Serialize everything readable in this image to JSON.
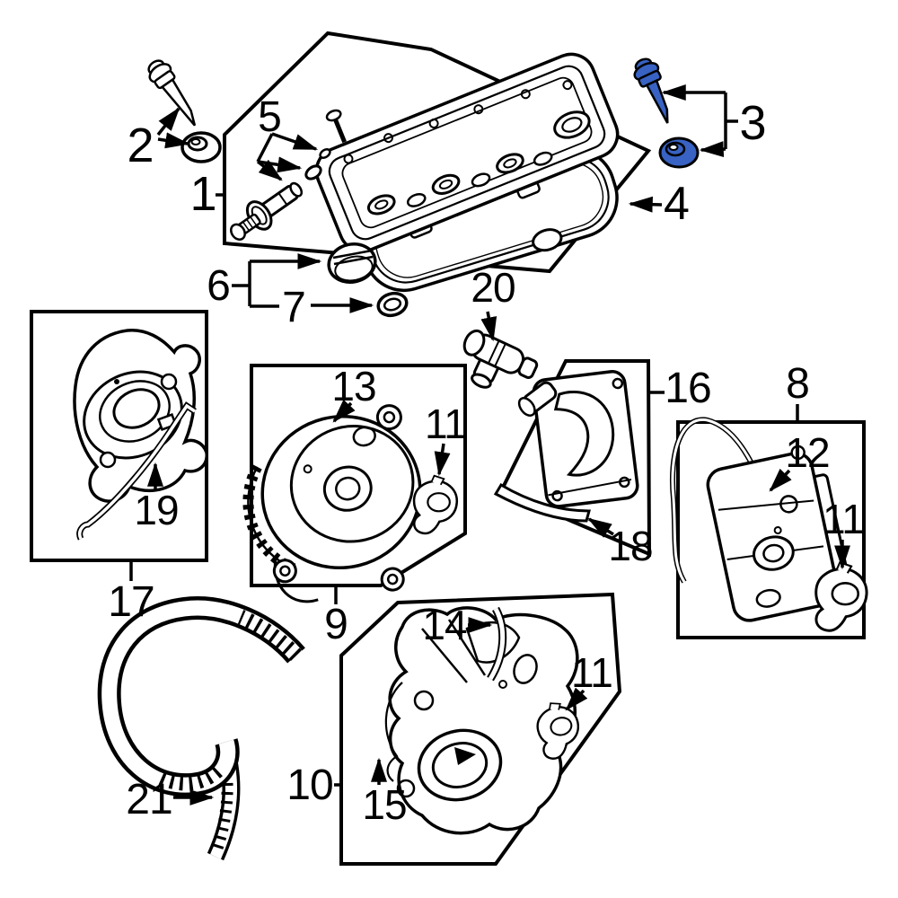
{
  "diagram": {
    "type": "exploded-parts-diagram",
    "subject": "Engine valve cover / timing cover exploded parts diagram",
    "background_color": "#ffffff",
    "line_color": "#000000",
    "highlight_color": "#3862c3",
    "highlighted_callout": "3",
    "labels": {
      "p1": "1",
      "p2": "2",
      "p3": "3",
      "p4": "4",
      "p5": "5",
      "p6": "6",
      "p7": "7",
      "p8": "8",
      "p9": "9",
      "p10": "10",
      "p11a": "11",
      "p11b": "11",
      "p11c": "11",
      "p12": "12",
      "p13": "13",
      "p14": "14",
      "p15": "15",
      "p16": "16",
      "p17": "17",
      "p18": "18",
      "p19": "19",
      "p20": "20",
      "p21": "21"
    }
  }
}
